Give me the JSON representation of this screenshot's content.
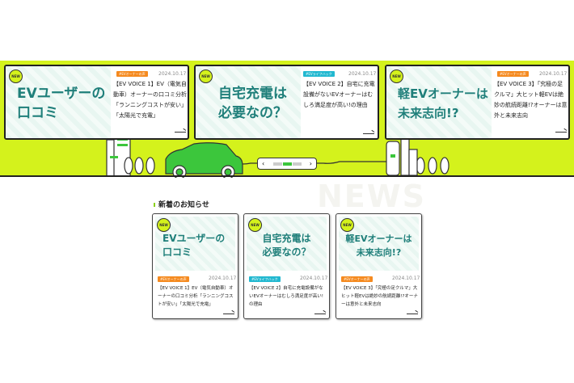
{
  "hero": {
    "cards": [
      {
        "badge": "NEW",
        "title": "EVユーザーの\n口コミ",
        "tag": "#EVオーナーの声",
        "date": "2024.10.17",
        "text": "【EV VOICE 1】EV（電気自動車）オーナーの口コミ分析「ランニングコストが安い」「太陽光で充電」"
      },
      {
        "badge": "NEW",
        "title": "自宅充電は\n必要なの？",
        "tag": "#EVライフハック",
        "date": "2024.10.17",
        "text": "【EV VOICE 2】自宅に充電設備がないEVオーナーはむしろ満足度が高い!の理由"
      },
      {
        "badge": "NEW",
        "title": "軽EVオーナーは\n未来志向!?",
        "tag": "#EVオーナーの声",
        "date": "2024.10.17",
        "text": "【EV VOICE 3】「究極の足クルマ」大ヒット軽EVは絶妙の航続距離!?オーナーは意外と未来志向"
      }
    ],
    "prev": "‹",
    "next": "›"
  },
  "news": {
    "heading": "新着のお知らせ",
    "watermark": "NEWS",
    "cards": [
      {
        "badge": "NEW",
        "title": "EVユーザーの\n口コミ",
        "tag": "#EVオーナーの声",
        "date": "2024.10.17",
        "text": "【EV VOICE 1】EV（電気自動車）オーナーの口コミ分析「ランニングコストが安い」「太陽光で充電」"
      },
      {
        "badge": "NEW",
        "title": "自宅充電は\n必要なの？",
        "tag": "#EVライフハック",
        "date": "2024.10.17",
        "text": "【EV VOICE 2】自宅に充電設備がないEVオーナーはむしろ満足度が高い!の理由"
      },
      {
        "badge": "NEW",
        "title": "軽EVオーナーは\n未来志向!?",
        "tag": "#EVオーナーの声",
        "date": "2024.10.17",
        "text": "【EV VOICE 3】「究極の足クルマ」大ヒット軽EVは絶妙の航続距離!?オーナーは意外と未来志向"
      }
    ]
  },
  "colors": {
    "accent": "#d4f21c",
    "teal": "#1f7f7a",
    "orange": "#f58a1f",
    "cyan": "#22b8d0",
    "car": "#3cc63c"
  }
}
